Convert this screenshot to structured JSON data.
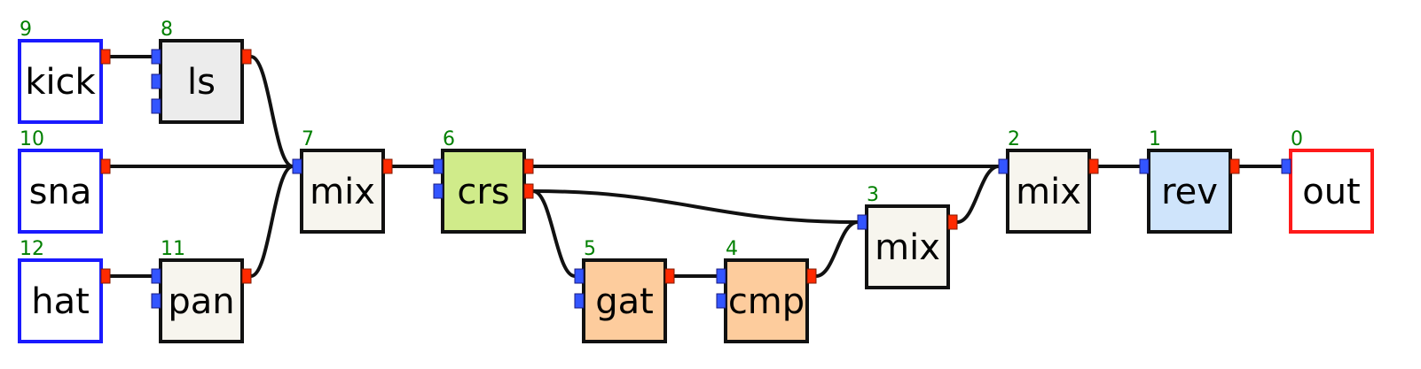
{
  "graph": {
    "colors": {
      "source_border": "#1a1aff",
      "output_border": "#ff1a1a",
      "default_border": "#111111",
      "input_port": "#3355ff",
      "output_port": "#ff2a00",
      "wire": "#111111",
      "id_text": "#008000"
    },
    "nodes": [
      {
        "key": "n0",
        "id": "0",
        "label": "out",
        "kind": "output",
        "fill": "#ffffff",
        "inputs": 1,
        "outputs": 0
      },
      {
        "key": "n1",
        "id": "1",
        "label": "rev",
        "kind": "normal",
        "fill": "#cfe4fb",
        "inputs": 1,
        "outputs": 1
      },
      {
        "key": "n2",
        "id": "2",
        "label": "mix",
        "kind": "normal",
        "fill": "#f7f5ee",
        "inputs": 1,
        "outputs": 1
      },
      {
        "key": "n3",
        "id": "3",
        "label": "mix",
        "kind": "normal",
        "fill": "#f7f5ee",
        "inputs": 1,
        "outputs": 1
      },
      {
        "key": "n4",
        "id": "4",
        "label": "cmp",
        "kind": "normal",
        "fill": "#fdcc9d",
        "inputs": 2,
        "outputs": 1
      },
      {
        "key": "n5",
        "id": "5",
        "label": "gat",
        "kind": "normal",
        "fill": "#fdcc9d",
        "inputs": 2,
        "outputs": 1
      },
      {
        "key": "n6",
        "id": "6",
        "label": "crs",
        "kind": "normal",
        "fill": "#d0eb8a",
        "inputs": 2,
        "outputs": 2
      },
      {
        "key": "n7",
        "id": "7",
        "label": "mix",
        "kind": "normal",
        "fill": "#f7f5ee",
        "inputs": 1,
        "outputs": 1
      },
      {
        "key": "n8",
        "id": "8",
        "label": "ls",
        "kind": "normal",
        "fill": "#ececec",
        "inputs": 3,
        "outputs": 1
      },
      {
        "key": "n9",
        "id": "9",
        "label": "kick",
        "kind": "source",
        "fill": "#ffffff",
        "inputs": 0,
        "outputs": 1
      },
      {
        "key": "n10",
        "id": "10",
        "label": "sna",
        "kind": "source",
        "fill": "#ffffff",
        "inputs": 0,
        "outputs": 1
      },
      {
        "key": "n11",
        "id": "11",
        "label": "pan",
        "kind": "normal",
        "fill": "#f7f5ee",
        "inputs": 2,
        "outputs": 1
      },
      {
        "key": "n12",
        "id": "12",
        "label": "hat",
        "kind": "source",
        "fill": "#ffffff",
        "inputs": 0,
        "outputs": 1
      }
    ],
    "edges": [
      {
        "from": "n9",
        "out": 0,
        "to": "n8",
        "in": 0
      },
      {
        "from": "n8",
        "out": 0,
        "to": "n7",
        "in": 0
      },
      {
        "from": "n10",
        "out": 0,
        "to": "n7",
        "in": 0
      },
      {
        "from": "n12",
        "out": 0,
        "to": "n11",
        "in": 0
      },
      {
        "from": "n11",
        "out": 0,
        "to": "n7",
        "in": 0
      },
      {
        "from": "n7",
        "out": 0,
        "to": "n6",
        "in": 0
      },
      {
        "from": "n6",
        "out": 0,
        "to": "n2",
        "in": 0
      },
      {
        "from": "n6",
        "out": 1,
        "to": "n3",
        "in": 0
      },
      {
        "from": "n6",
        "out": 1,
        "to": "n5",
        "in": 0
      },
      {
        "from": "n5",
        "out": 0,
        "to": "n4",
        "in": 0
      },
      {
        "from": "n4",
        "out": 0,
        "to": "n3",
        "in": 0
      },
      {
        "from": "n3",
        "out": 0,
        "to": "n2",
        "in": 0
      },
      {
        "from": "n2",
        "out": 0,
        "to": "n1",
        "in": 0
      },
      {
        "from": "n1",
        "out": 0,
        "to": "n0",
        "in": 0
      }
    ]
  }
}
